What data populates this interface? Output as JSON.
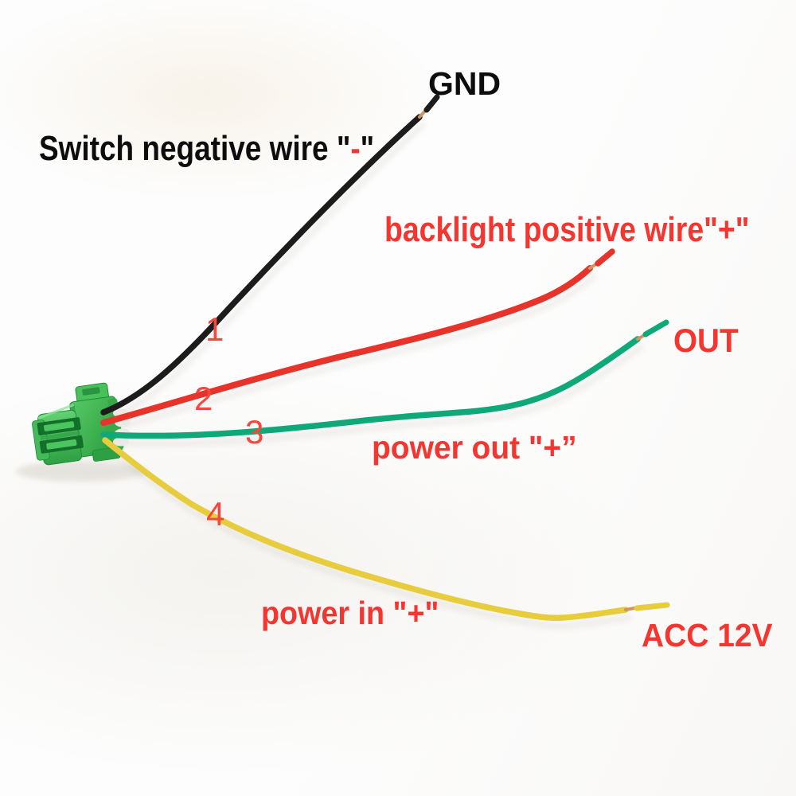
{
  "title": "Switch connector pigtail wiring diagram",
  "colors": {
    "bg": "#fdfdfd",
    "text-black": "#0d0d0d",
    "text-red": "#f43530",
    "number-red": "#f5463f",
    "copper": "#cf9462",
    "connector-green": "#3db04e",
    "connector-green-dark": "#13702a",
    "connector-green-light": "#72d77f"
  },
  "labels": {
    "gnd": "GND",
    "switch_negative": {
      "prefix": "Switch negative wire \"",
      "sign": "-",
      "suffix": "\""
    },
    "backlight": "backlight positive wire\"+\"",
    "out": "OUT",
    "power_out": "power out \"+”",
    "power_in": "power in \"+\"",
    "acc_12v": "ACC 12V"
  },
  "wires": [
    {
      "number": "1",
      "name": "black wire",
      "color": "#1c1c1c",
      "function_label": "Switch negative wire \"-\"",
      "endpoint_label": "GND"
    },
    {
      "number": "2",
      "name": "red wire",
      "color": "#e8332a",
      "function_label": "backlight positive wire\"+\"",
      "endpoint_label": ""
    },
    {
      "number": "3",
      "name": "green wire",
      "color": "#0fa878",
      "function_label": "power out \"+”",
      "endpoint_label": "OUT"
    },
    {
      "number": "4",
      "name": "yellow wire",
      "color": "#e7cd3d",
      "function_label": "power in \"+\"",
      "endpoint_label": "ACC 12V"
    }
  ],
  "connector": {
    "name": "green 4-pin connector plug"
  }
}
